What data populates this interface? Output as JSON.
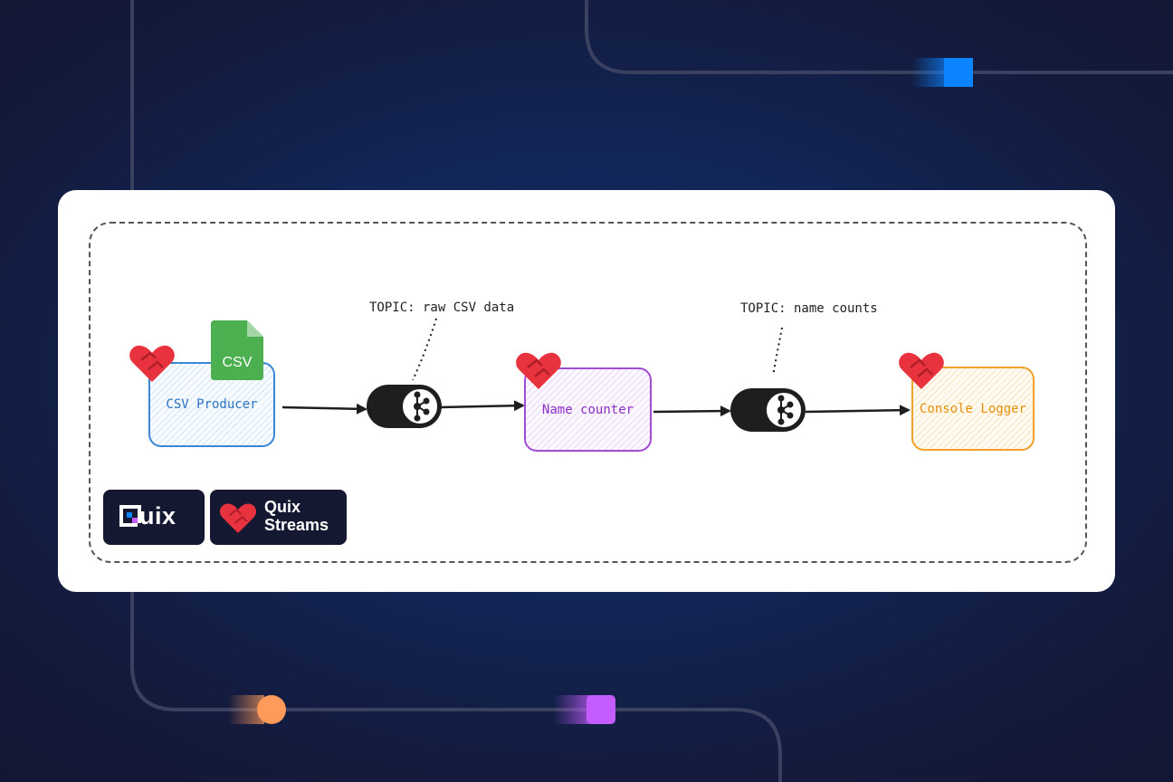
{
  "topics": [
    {
      "label": "TOPIC: raw CSV data"
    },
    {
      "label": "TOPIC: name counts"
    }
  ],
  "services": {
    "producer": {
      "label": "CSV Producer",
      "color": "#2a72c4"
    },
    "counter": {
      "label": "Name counter",
      "color": "#8b2fc3"
    },
    "logger": {
      "label": "Console Logger",
      "color": "#e58f08"
    }
  },
  "csv_file": {
    "label": "CSV",
    "color": "#4caf50"
  },
  "brand": {
    "quix": "uix",
    "quix_streams_line1": "Quix",
    "quix_streams_line2": "Streams"
  },
  "icons": [
    "python-heart-icon",
    "csv-file-icon",
    "kafka-topic-icon",
    "quix-logo-icon"
  ],
  "colors": {
    "accent_blue": "#0a84ff",
    "accent_orange": "#ff9a5a",
    "accent_purple": "#c45cff",
    "python_red": "#e8333f"
  }
}
